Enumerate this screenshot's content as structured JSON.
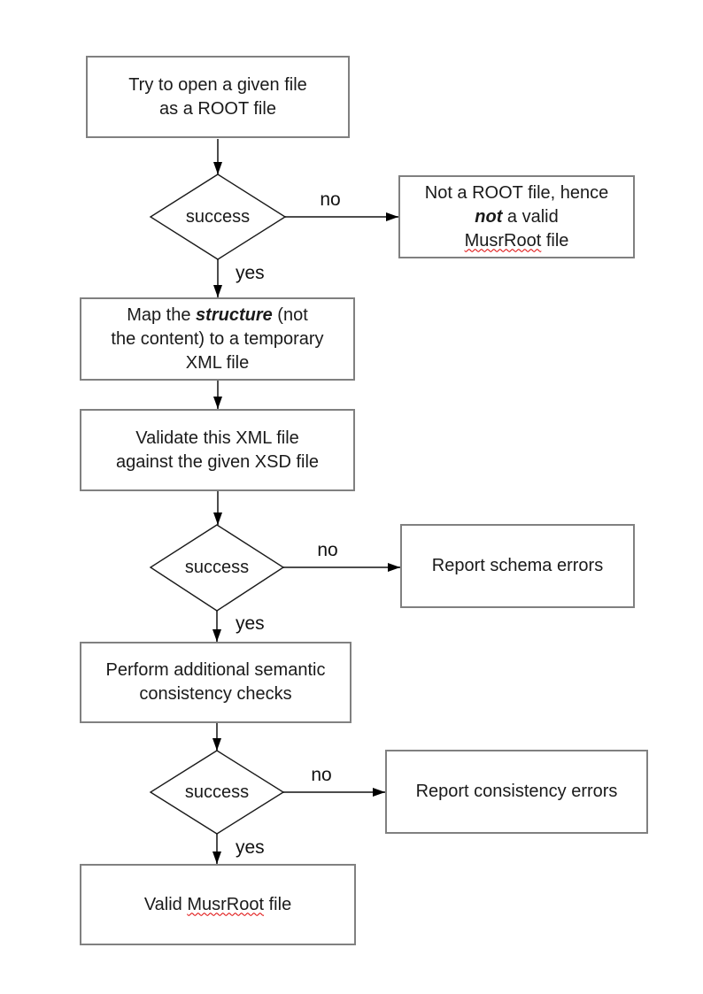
{
  "nodes": {
    "open_file": {
      "line1": "Try to open a given file",
      "line2": "as a ROOT file"
    },
    "decision1": {
      "label": "success"
    },
    "not_root": {
      "line1": "Not a ROOT file, hence",
      "line2_emph": "not",
      "line2_rest": " a valid",
      "line3_word": "MusrRoot",
      "line3_rest": " file"
    },
    "map_structure": {
      "line1_pre": "Map the ",
      "line1_emph": "structure",
      "line1_post": " (not",
      "line2": "the content) to a temporary",
      "line3": "XML file"
    },
    "validate": {
      "line1": "Validate this XML file",
      "line2": "against the given XSD file"
    },
    "decision2": {
      "label": "success"
    },
    "report_schema": {
      "label": "Report schema errors"
    },
    "semantic_checks": {
      "line1": "Perform additional semantic",
      "line2": "consistency checks"
    },
    "decision3": {
      "label": "success"
    },
    "report_consistency": {
      "label": "Report consistency errors"
    },
    "valid_file": {
      "pre": "Valid ",
      "word": "MusrRoot",
      "post": " file"
    }
  },
  "edges": {
    "d1_no": "no",
    "d1_yes": "yes",
    "d2_no": "no",
    "d2_yes": "yes",
    "d3_no": "no",
    "d3_yes": "yes"
  },
  "colors": {
    "box_border": "#808080",
    "diamond_border": "#1a1a1a",
    "connector": "#4d4d4d",
    "arrowhead": "#000000",
    "text": "#1a1a1a",
    "spellcheck_underline": "#dd0000",
    "background": "#ffffff"
  }
}
